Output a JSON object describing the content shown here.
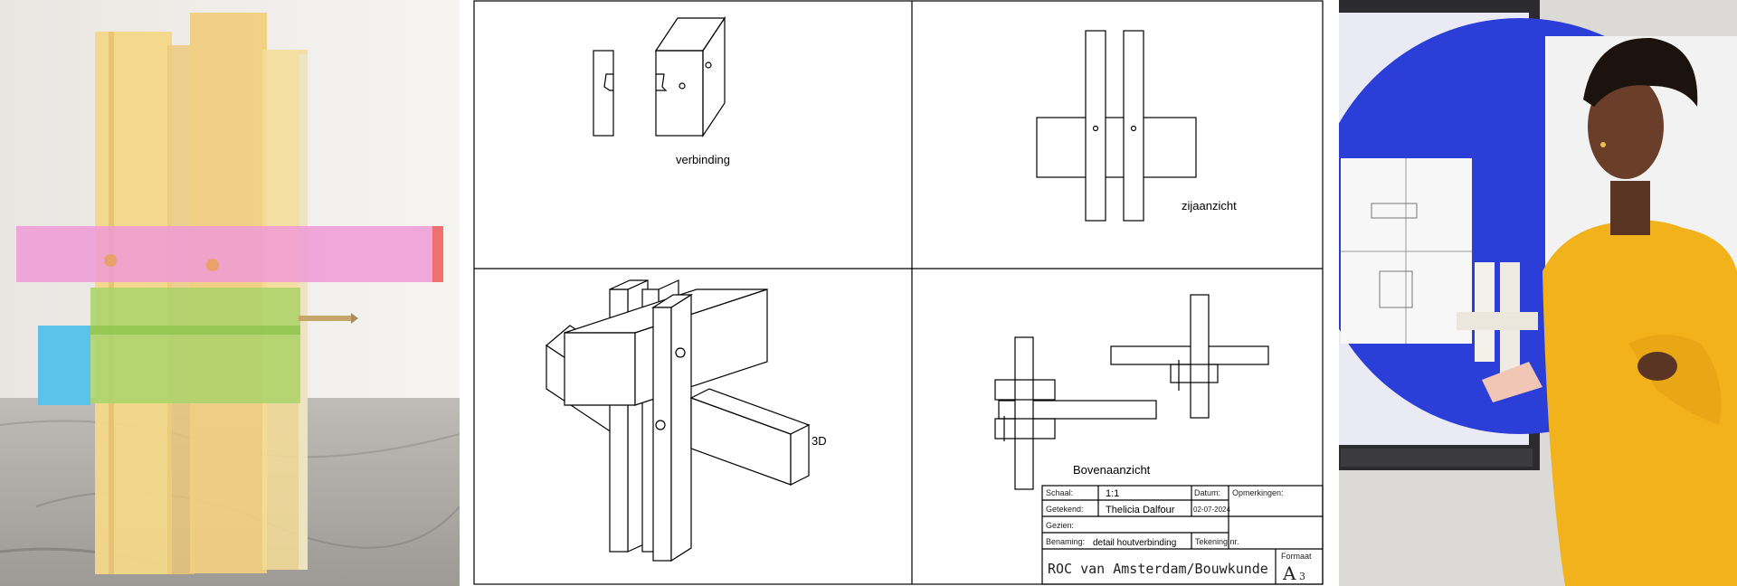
{
  "views": {
    "verbinding": "verbinding",
    "zijaanzicht": "zijaanzicht",
    "threed": "3D",
    "bovenaanzicht": "Bovenaanzicht"
  },
  "titleblock": {
    "schaal_label": "Schaal:",
    "schaal_value": "1:1",
    "datum_label": "Datum:",
    "datum_value": "02-07-2024",
    "opmerkingen_label": "Opmerkingen:",
    "getekend_label": "Getekend:",
    "getekend_value": "Thelicia Dalfour",
    "gezien_label": "Gezien:",
    "benaming_label": "Benaming:",
    "benaming_value": "detail houtverbinding",
    "tekening_label": "Tekening nr.",
    "school": "ROC van Amsterdam/Bouwkunde",
    "formaat_label": "Formaat",
    "formaat_letter": "A",
    "formaat_number": "3"
  },
  "colors": {
    "wood": "#f2d58a",
    "pink": "#ee9ad6",
    "green": "#a9d36b",
    "blue": "#5bc3ea",
    "sweater": "#f2b21c",
    "screen_blue": "#2b3fd8"
  }
}
